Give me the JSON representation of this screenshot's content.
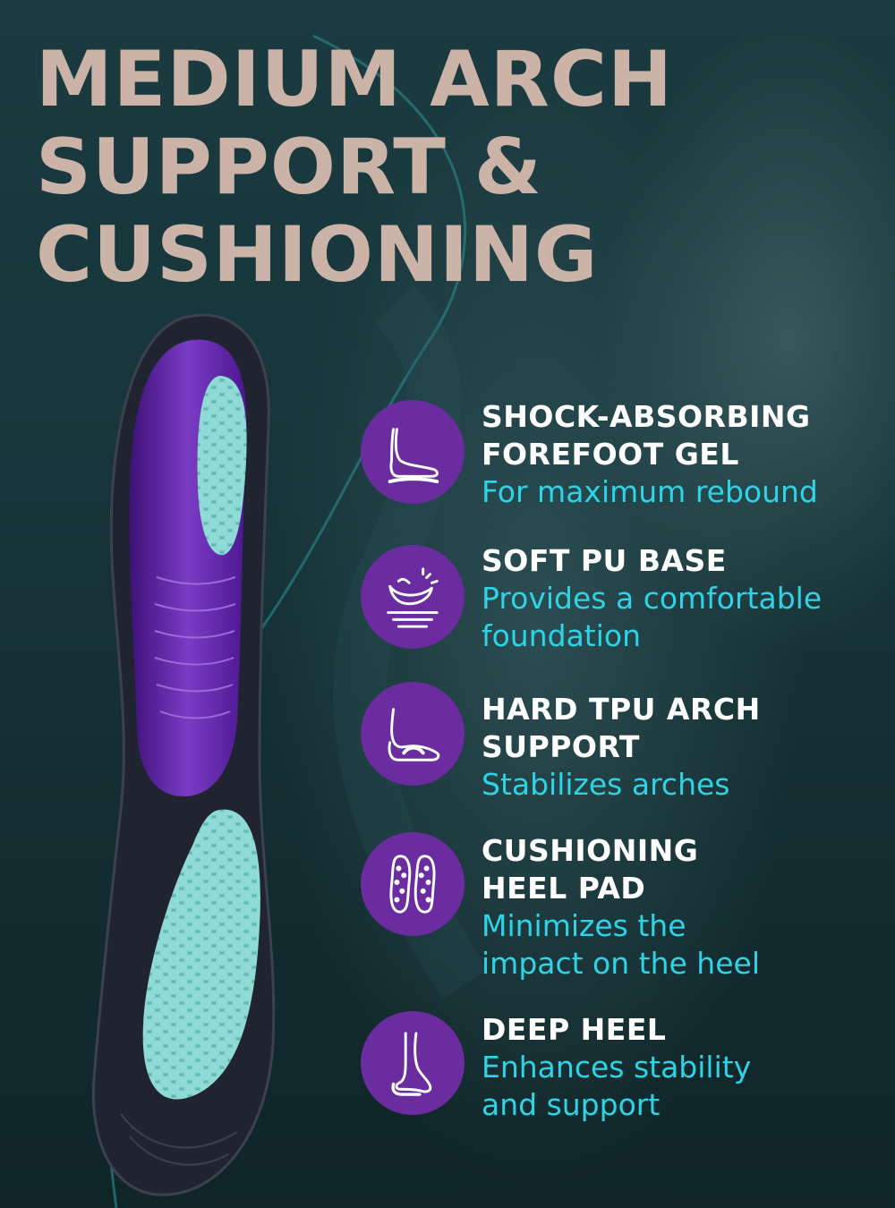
{
  "headline": {
    "lines": [
      "MEDIUM  ARCH",
      "SUPPORT &",
      "CUSHIONING"
    ]
  },
  "colors": {
    "headline": "#cbb3a8",
    "background": "#163338",
    "icon_circle": "#6a2c9f",
    "feature_title": "#ffffff",
    "feature_desc": "#2ed3e6",
    "insole_base": "#1f2430",
    "insole_purple": "#5b1fa0",
    "insole_gel": "#6fc9c4"
  },
  "features": [
    {
      "icon": "forefoot-gel-icon",
      "title_lines": [
        "SHOCK-ABSORBING",
        "FOREFOOT GEL"
      ],
      "desc_lines": [
        "For maximum rebound"
      ]
    },
    {
      "icon": "soft-base-icon",
      "title_lines": [
        "SOFT PU BASE"
      ],
      "desc_lines": [
        "Provides a comfortable",
        "foundation"
      ]
    },
    {
      "icon": "arch-support-icon",
      "title_lines": [
        "HARD TPU ARCH",
        "SUPPORT"
      ],
      "desc_lines": [
        "Stabilizes arches"
      ]
    },
    {
      "icon": "heel-pad-icon",
      "title_lines": [
        "CUSHIONING",
        "HEEL PAD"
      ],
      "desc_lines": [
        "Minimizes the",
        "impact on the heel"
      ]
    },
    {
      "icon": "deep-heel-icon",
      "title_lines": [
        "DEEP HEEL"
      ],
      "desc_lines": [
        "Enhances stability",
        "and support"
      ]
    }
  ]
}
